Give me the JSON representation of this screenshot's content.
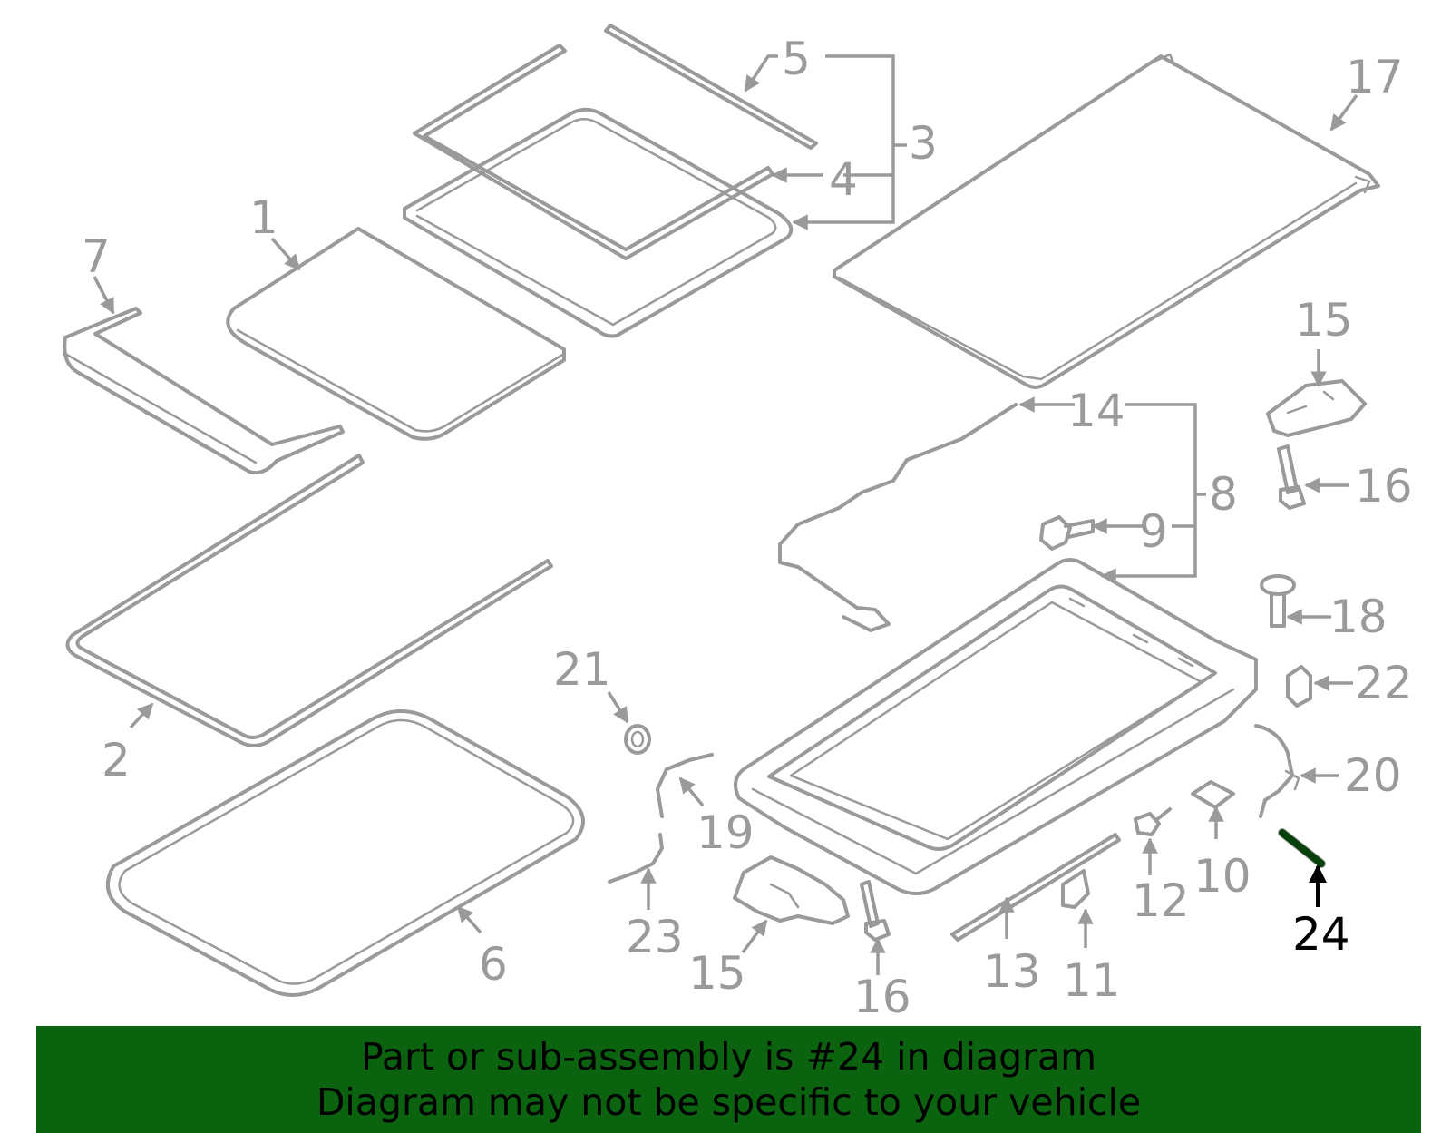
{
  "callouts": {
    "c1": "1",
    "c2": "2",
    "c3": "3",
    "c4": "4",
    "c5": "5",
    "c6": "6",
    "c7": "7",
    "c8": "8",
    "c9": "9",
    "c10": "10",
    "c11": "11",
    "c12": "12",
    "c13": "13",
    "c14": "14",
    "c15a": "15",
    "c15b": "15",
    "c16a": "16",
    "c16b": "16",
    "c17": "17",
    "c18": "18",
    "c19": "19",
    "c20": "20",
    "c21": "21",
    "c22": "22",
    "c23": "23",
    "c24": "24"
  },
  "banner": {
    "line1": "Part or sub-assembly is #24 in diagram",
    "line2": "Diagram may not be specific to your vehicle",
    "background": "#0b6310"
  },
  "colors": {
    "parts": "#9a9a9a",
    "highlight_part": "#0b6310",
    "highlight_text": "#000000"
  },
  "highlighted_part": "24"
}
